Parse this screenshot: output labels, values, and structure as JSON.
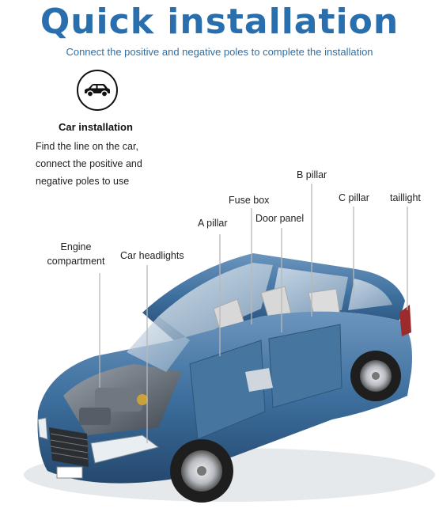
{
  "header": {
    "title": "Quick installation",
    "subtitle": "Connect the positive and negative poles to complete the installation"
  },
  "installation": {
    "icon": "car-icon",
    "title": "Car installation",
    "description_lines": [
      "Find the line on the car,",
      "connect the positive and",
      "negative poles to use"
    ]
  },
  "parts": {
    "b_pillar": "B pillar",
    "fuse_box": "Fuse box",
    "c_pillar": "C pillar",
    "taillight": "taillight",
    "door_panel": "Door panel",
    "a_pillar": "A pillar",
    "engine_line1": "Engine",
    "engine_line2": "compartment",
    "car_headlights": "Car headlights"
  },
  "colors": {
    "title": "#2a6fad",
    "car_body": "#3d6f9e",
    "leader_line": "#b8b8b8"
  }
}
